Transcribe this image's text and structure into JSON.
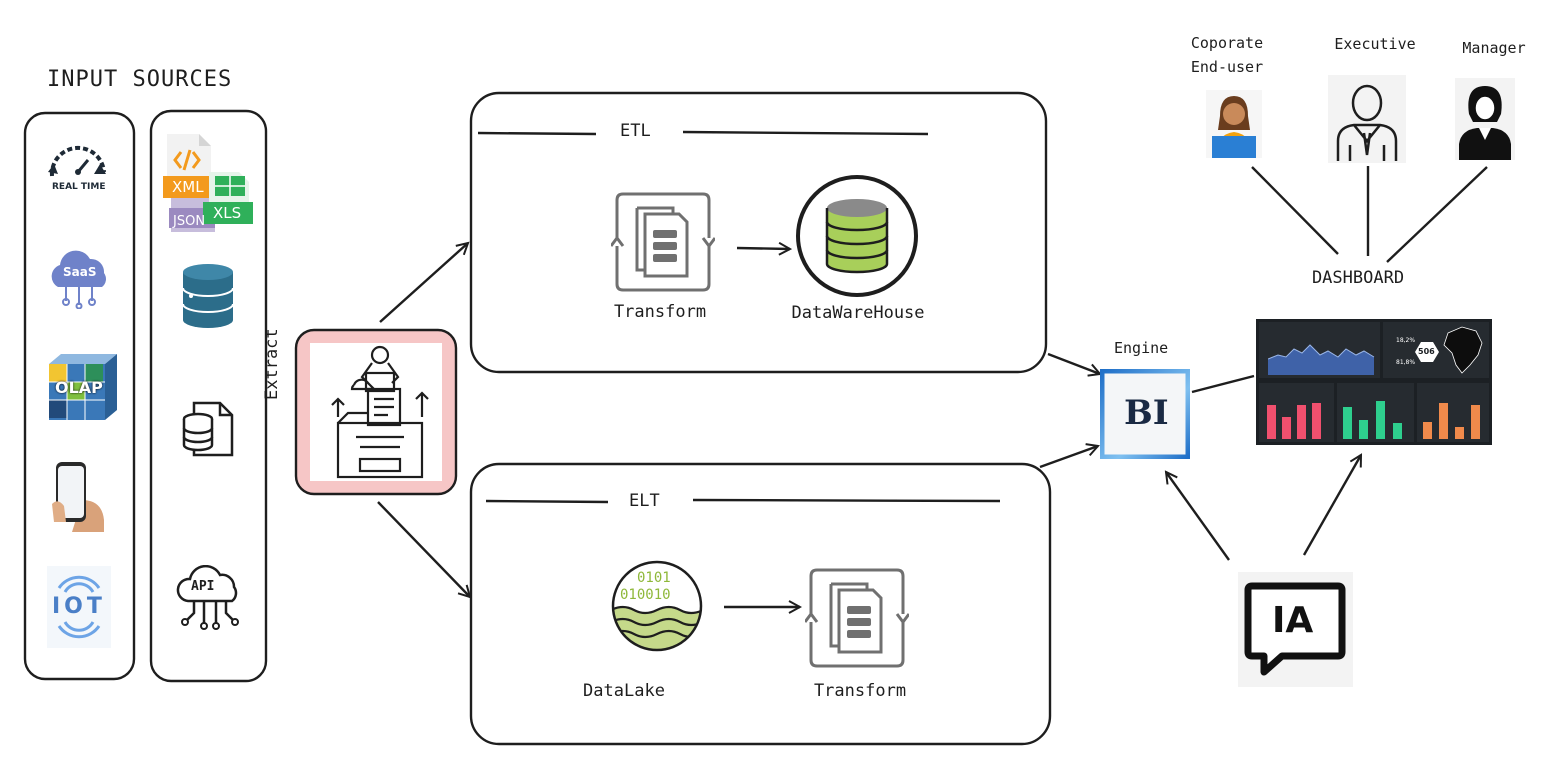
{
  "header": {
    "title": "INPUT SOURCES"
  },
  "sources": {
    "realtime_label": "REAL TIME",
    "saas_label": "SaaS",
    "olap_label": "OLAP",
    "iot_label": "IOT",
    "xml_label": "XML",
    "xls_label": "XLS",
    "json_label": "JSON",
    "api_label": "API"
  },
  "extract": {
    "label": "Extract"
  },
  "etl": {
    "title": "ETL",
    "transform_label": "Transform",
    "warehouse_label": "DataWareHouse"
  },
  "elt": {
    "title": "ELT",
    "lake_label": "DataLake",
    "lake_bits_top": "0101",
    "lake_bits_bottom": "010010",
    "transform_label": "Transform"
  },
  "engine": {
    "label": "Engine",
    "bi_text": "BI"
  },
  "users": {
    "corporate_line1": "Coporate",
    "corporate_line2": "End-user",
    "executive": "Executive",
    "manager": "Manager"
  },
  "dashboard": {
    "label": "DASHBOARD",
    "kpi_percent_1": "18,2%",
    "kpi_percent_2": "81,8%",
    "kpi_total": "506"
  },
  "ia": {
    "label": "IA"
  },
  "colors": {
    "extract_fill": "#f6c6c6",
    "db_blue": "#2c6d8a",
    "db_green": "#a8cf5a",
    "bi_blue": "#2a7fd4",
    "dash_bg": "#1c2024",
    "bar_pink": "#f0506e",
    "bar_green": "#2ecf8e",
    "bar_orange": "#f08a4b"
  }
}
